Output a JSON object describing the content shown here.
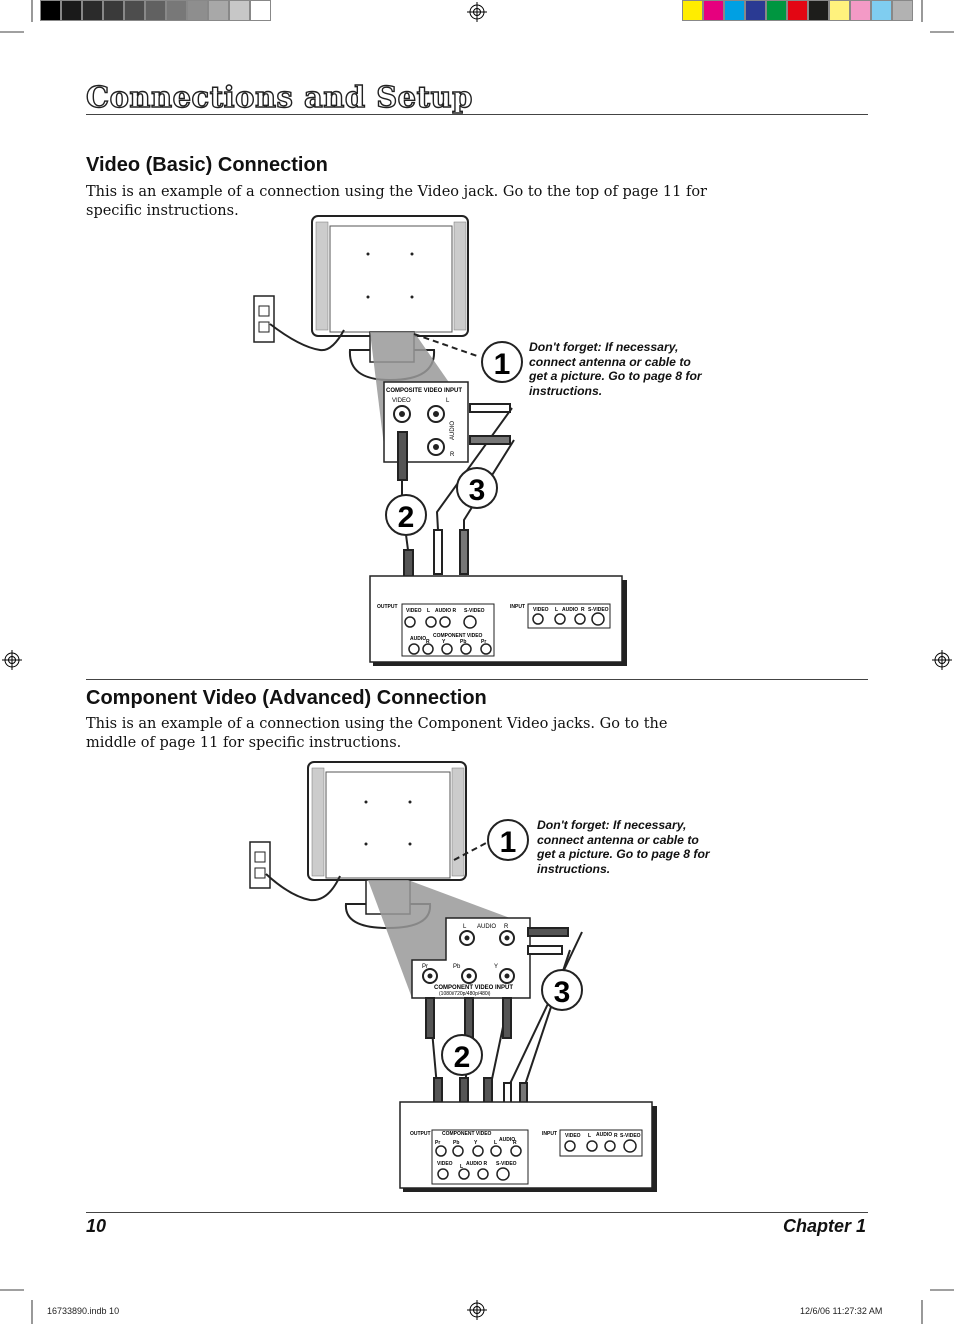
{
  "color_bar": {
    "grays": [
      "#000000",
      "#1a1a1a",
      "#2b2b2b",
      "#3a3a3a",
      "#4d4d4d",
      "#616161",
      "#787878",
      "#8e8e8e",
      "#a8a8a8",
      "#c7c7c7",
      "#ffffff"
    ],
    "colors": [
      "#ffed00",
      "#e6007e",
      "#00a0e3",
      "#2a3a93",
      "#009640",
      "#e30613",
      "#1d1d1b",
      "#fff27d",
      "#f39ac6",
      "#7fcdf0",
      "#b2b2b2"
    ]
  },
  "page": {
    "title": "Connections and Setup",
    "footer_page": "10",
    "footer_chapter": "Chapter 1",
    "slug_file": "16733890.indb   10",
    "slug_date": "12/6/06   11:27:32 AM"
  },
  "section1": {
    "heading": "Video (Basic) Connection",
    "body": "This is an example of a connection using the Video jack. Go to the top of page 11 for specific instructions.",
    "note": "Don't forget: If necessary, connect antenna or cable to get a picture. Go to page 8 for instructions.",
    "steps": [
      "1",
      "2",
      "3"
    ],
    "tv_panel": {
      "title": "COMPOSITE VIDEO INPUT",
      "video": "VIDEO",
      "l": "L",
      "r": "R",
      "audio": "AUDIO"
    },
    "device": {
      "output": "OUTPUT",
      "video": "VIDEO",
      "l": "L",
      "audio_r": "AUDIO R",
      "svideo": "S-VIDEO",
      "component": "COMPONENT VIDEO",
      "audio": "AUDIO",
      "r": "R",
      "y": "Y",
      "pb": "Pb",
      "pr": "Pr",
      "input": "INPUT",
      "in_video": "VIDEO",
      "in_l": "L",
      "in_audio": "AUDIO",
      "in_r": "R",
      "in_svideo": "S-VIDEO"
    }
  },
  "section2": {
    "heading": "Component Video (Advanced) Connection",
    "body": "This is an example of a connection using the Component Video jacks. Go to the middle of page 11 for specific instructions.",
    "note": "Don't forget: If necessary, connect antenna or cable to get a picture. Go to page 8 for instructions.",
    "steps": [
      "1",
      "2",
      "3"
    ],
    "tv_panel": {
      "l": "L",
      "audio": "AUDIO",
      "r": "R",
      "pr": "Pr",
      "pb": "Pb",
      "y": "Y",
      "title": "COMPONENT VIDEO INPUT",
      "sub": "(1080i/720p/480p/480i)"
    },
    "device": {
      "output": "OUTPUT",
      "component": "COMPONENT VIDEO",
      "pr": "Pr",
      "pb": "Pb",
      "y": "Y",
      "l": "L",
      "audio": "AUDIO",
      "r": "R",
      "video": "VIDEO",
      "l2": "L",
      "audio_r": "AUDIO R",
      "svideo": "S-VIDEO",
      "input": "INPUT",
      "in_video": "VIDEO",
      "in_l": "L",
      "in_audio": "AUDIO",
      "in_r": "R",
      "in_svideo": "S-VIDEO"
    }
  }
}
